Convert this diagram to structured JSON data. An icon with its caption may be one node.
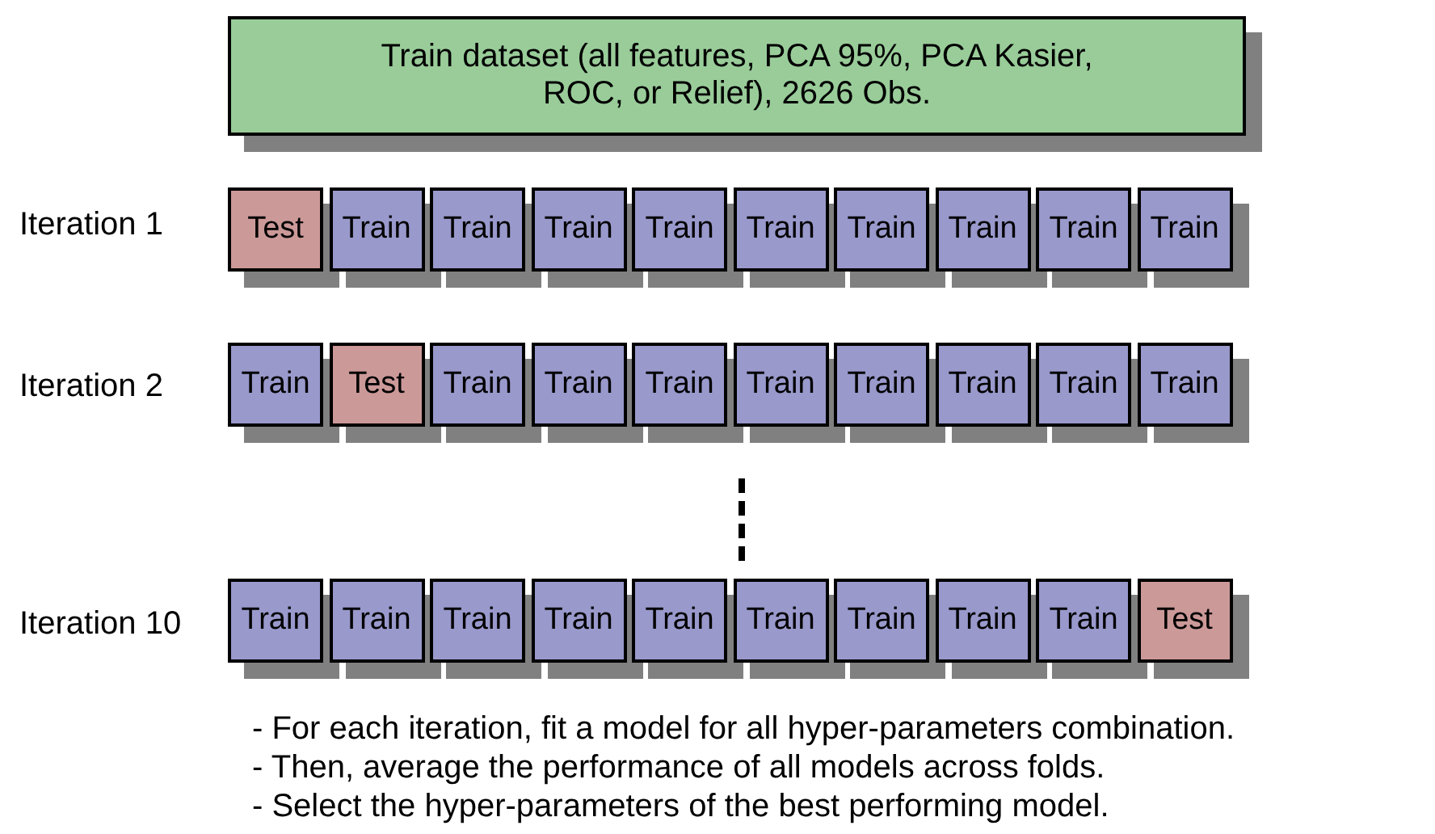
{
  "diagram": {
    "nodes": [
      {
        "text": [
          "Train dataset (all features, PCA 95%, PCA Kasier, ROC, or Relief), 2626 Obs."
        ]
      },
      {
        "text": [
          "Test"
        ]
      },
      {
        "text": [
          "Train"
        ]
      },
      {
        "text": [
          "Train"
        ]
      },
      {
        "text": [
          "Train"
        ]
      },
      {
        "text": [
          "Train"
        ]
      },
      {
        "text": [
          "Train"
        ]
      },
      {
        "text": [
          "Train"
        ]
      },
      {
        "text": [
          "Train"
        ]
      },
      {
        "text": [
          "Train"
        ]
      },
      {
        "text": [
          "Train"
        ]
      },
      {
        "text": [
          "Train"
        ]
      },
      {
        "text": [
          "Test"
        ]
      },
      {
        "text": [
          "Train"
        ]
      },
      {
        "text": [
          "Train"
        ]
      },
      {
        "text": [
          "Train"
        ]
      },
      {
        "text": [
          "Train"
        ]
      },
      {
        "text": [
          "Train"
        ]
      },
      {
        "text": [
          "Train"
        ]
      },
      {
        "text": [
          "Train"
        ]
      },
      {
        "text": [
          "Train"
        ]
      },
      {
        "text": [
          "Train"
        ]
      },
      {
        "text": [
          "Train"
        ]
      },
      {
        "text": [
          "Train"
        ]
      },
      {
        "text": [
          "Train"
        ]
      },
      {
        "text": [
          "Train"
        ]
      },
      {
        "text": [
          "Train"
        ]
      },
      {
        "text": [
          "Train"
        ]
      },
      {
        "text": [
          "Train"
        ]
      },
      {
        "text": [
          "Train"
        ]
      },
      {
        "text": [
          "Test"
        ]
      }
    ],
    "labels": [
      "Iteration 1",
      "Iteration 2",
      "Iteration 10",
      "- For each iteration, fit a model for all hyper-parameters combination.",
      "- Then, average the performance of all models across folds.",
      "- Select the hyper-parameters of the best performing model."
    ]
  }
}
